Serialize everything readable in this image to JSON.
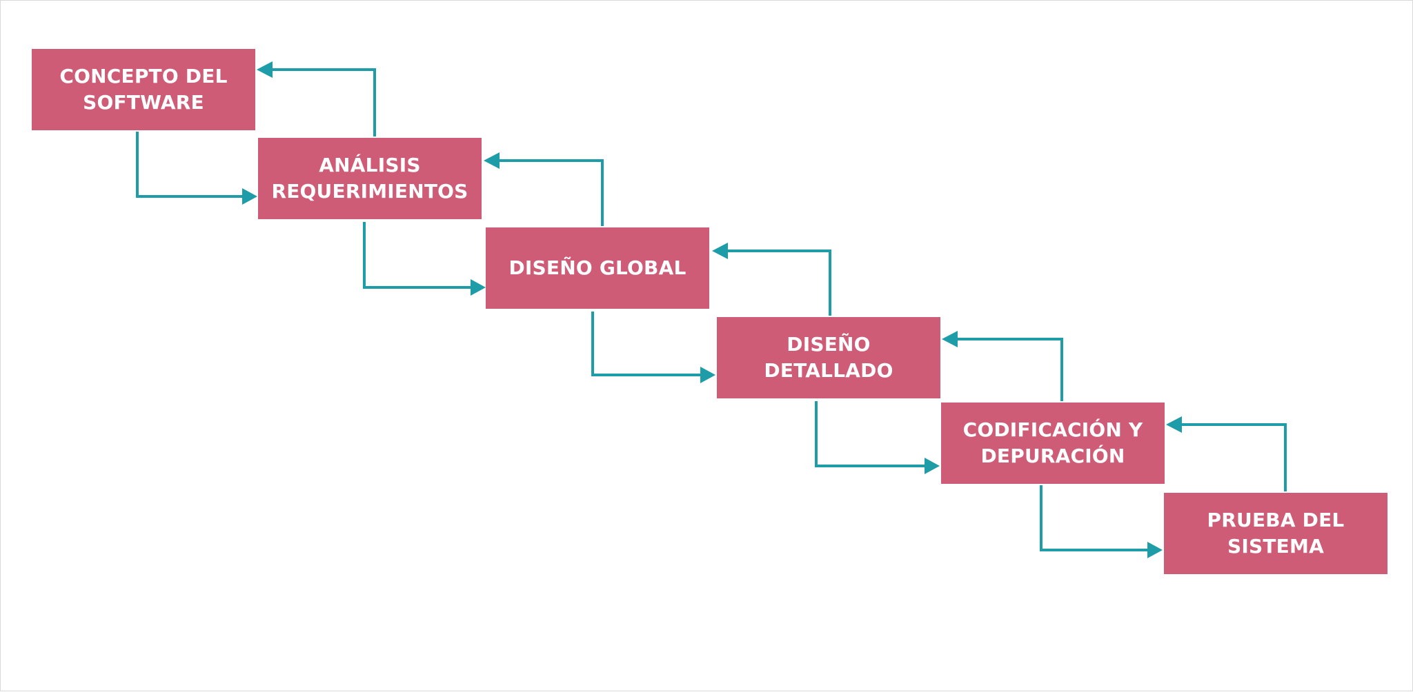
{
  "colors": {
    "box": "#CE5C76",
    "text": "#FFFFFF",
    "arrow": "#1E9DA8",
    "background": "#FFFFFF"
  },
  "steps": [
    {
      "label": "CONCEPTO DEL\nSOFTWARE"
    },
    {
      "label": "ANÁLISIS\nREQUERIMIENTOS"
    },
    {
      "label": "DISEÑO GLOBAL"
    },
    {
      "label": "DISEÑO\nDETALLADO"
    },
    {
      "label": "CODIFICACIÓN Y\nDEPURACIÓN"
    },
    {
      "label": "PRUEBA DEL\nSISTEMA"
    }
  ],
  "connections": {
    "forward": [
      [
        0,
        1
      ],
      [
        1,
        2
      ],
      [
        2,
        3
      ],
      [
        3,
        4
      ],
      [
        4,
        5
      ]
    ],
    "feedback": [
      [
        1,
        0
      ],
      [
        2,
        1
      ],
      [
        3,
        2
      ],
      [
        4,
        3
      ],
      [
        5,
        4
      ]
    ]
  }
}
